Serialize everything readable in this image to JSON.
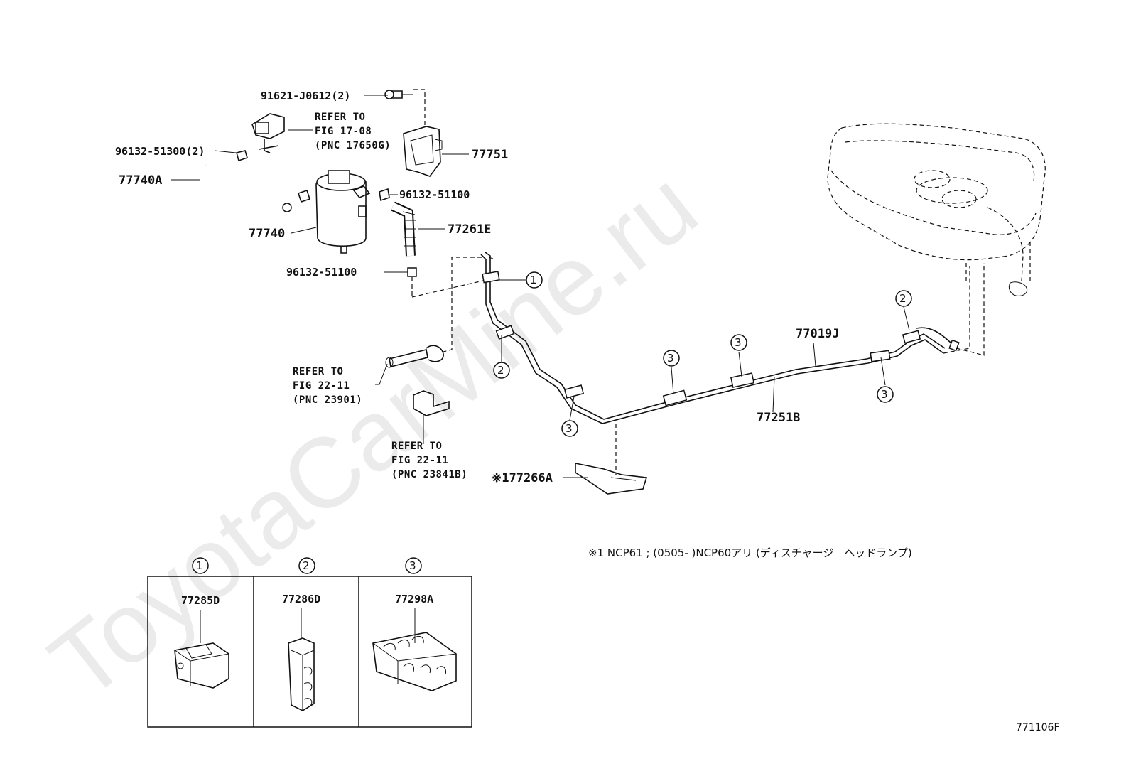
{
  "watermark": "ToyotaCarMine.ru",
  "diagram_id": "771106F",
  "labels": {
    "bolt": "91621-J0612(2)",
    "clamp_small_2": "96132-51300(2)",
    "hose_a": "77740A",
    "canister": "77740",
    "bracket": "77751",
    "clamp_a": "96132-51100",
    "hose_e": "77261E",
    "clamp_b": "96132-51100",
    "tube_j": "77019J",
    "tube_b": "77251B",
    "protector": "※177266A"
  },
  "refers": {
    "r1": [
      "REFER TO",
      "FIG 17-08",
      "(PNC 17650G)"
    ],
    "r2": [
      "REFER TO",
      "FIG 22-11",
      "(PNC 23901)"
    ],
    "r3": [
      "REFER TO",
      "FIG 22-11",
      "(PNC 23841B)"
    ]
  },
  "callouts": {
    "c1": "①",
    "c2": "②",
    "c3": "③"
  },
  "note": "※1 NCP61 ; (0505-           )NCP60アリ (ディスチャージ　ヘッドランプ)",
  "legend": {
    "items": [
      {
        "marker": "①",
        "part": "77285D"
      },
      {
        "marker": "②",
        "part": "77286D"
      },
      {
        "marker": "③",
        "part": "77298A"
      }
    ]
  }
}
